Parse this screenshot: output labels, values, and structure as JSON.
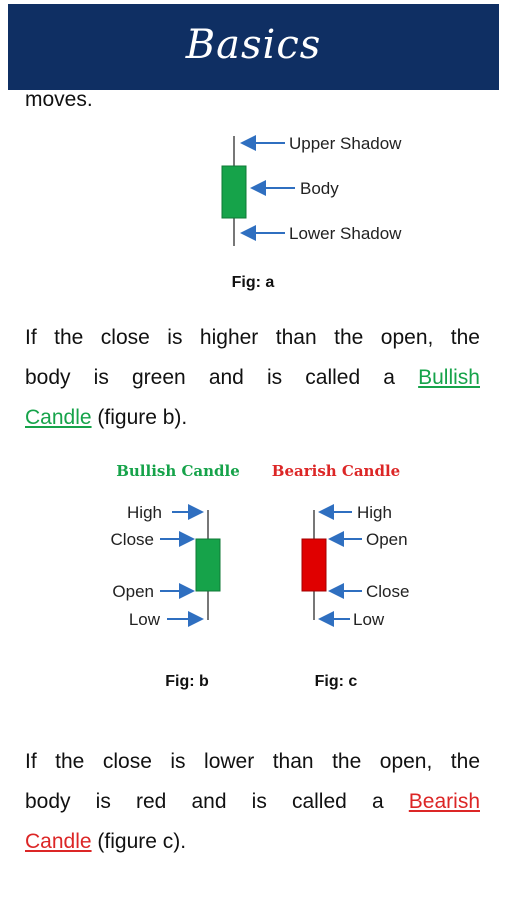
{
  "header": {
    "title": "Basics"
  },
  "intro": {
    "tail": "moves."
  },
  "fig_a": {
    "labels": {
      "upper_shadow": "Upper Shadow",
      "body": "Body",
      "lower_shadow": "Lower Shadow"
    },
    "caption": "Fig: a",
    "body_color": "#16a34a"
  },
  "para1": {
    "line1": "If the close is higher than the open, the",
    "line2_prefix": "body is green and is called a",
    "link_word1": "Bullish",
    "link_word2": "Candle",
    "line3_suffix": " (figure b)."
  },
  "fig_b": {
    "title": "Bullish Candle",
    "labels": {
      "high": "High",
      "close": "Close",
      "open": "Open",
      "low": "Low"
    },
    "caption": "Fig: b",
    "body_color": "#16a34a"
  },
  "fig_c": {
    "title": "Bearish Candle",
    "labels": {
      "high": "High",
      "open": "Open",
      "close": "Close",
      "low": "Low"
    },
    "caption": "Fig: c",
    "body_color": "#e00000"
  },
  "para2": {
    "line1": "If the close is lower than the open, the",
    "line2_prefix": "body is red and is called a",
    "link_word1": "Bearish",
    "link_word2": "Candle",
    "line3_suffix": " (figure c)."
  },
  "colors": {
    "header_bg": "#0f2f63",
    "arrow": "#2f6fc0",
    "wick": "#777777"
  }
}
